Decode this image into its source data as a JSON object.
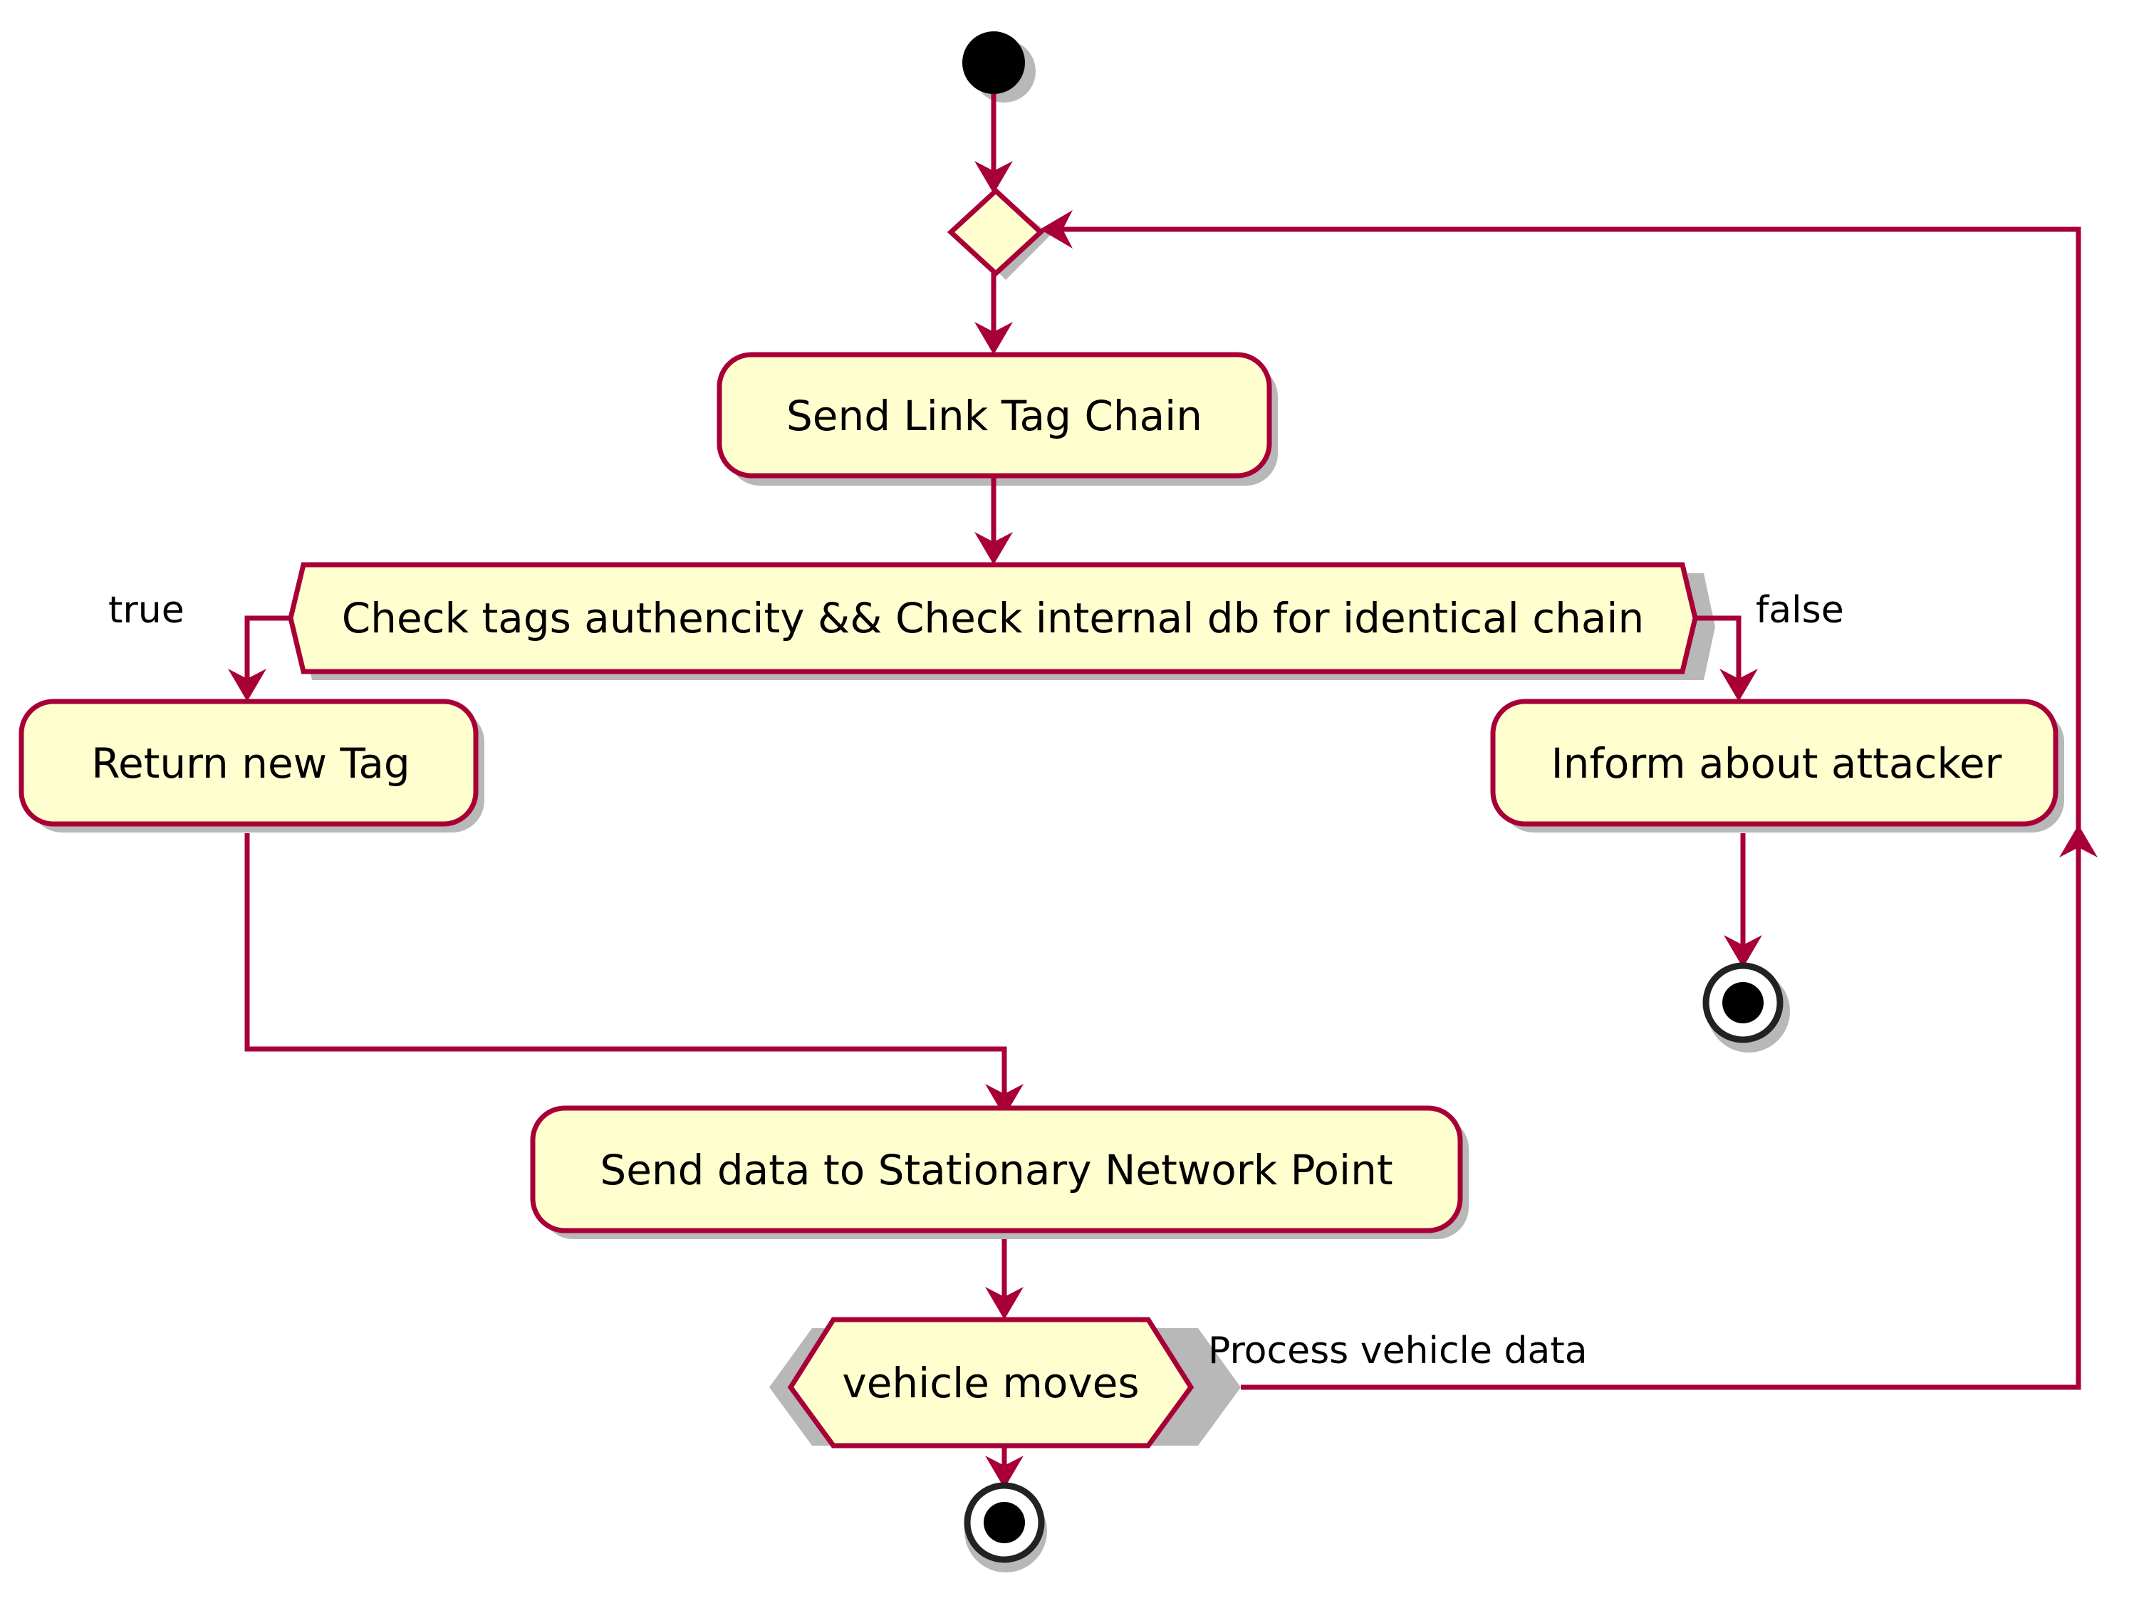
{
  "diagram": {
    "type": "uml-activity-diagram",
    "background_color": "#FFFFFF",
    "node_fill_color": "#FEFECE",
    "node_border_color": "#A80036",
    "arrow_color": "#A80036",
    "text_color": "#000000"
  },
  "nodes": {
    "start": {
      "name": "start-node",
      "shape": "filled-circle"
    },
    "merge": {
      "name": "merge-diamond",
      "shape": "diamond",
      "label": ""
    },
    "send_link_tag_chain": {
      "label": "Send Link Tag Chain",
      "shape": "rounded-rect"
    },
    "check_decision": {
      "label": "Check tags authencity && Check internal db for identical chain",
      "shape": "hexagon"
    },
    "return_new_tag": {
      "label": "Return new Tag",
      "shape": "rounded-rect"
    },
    "inform_about_attacker": {
      "label": "Inform about attacker",
      "shape": "rounded-rect"
    },
    "send_data": {
      "label": "Send data to Stationary Network Point",
      "shape": "rounded-rect"
    },
    "vehicle_moves": {
      "label": "vehicle moves",
      "shape": "hexagon"
    },
    "end_attacker": {
      "name": "end-node-attacker",
      "shape": "circle-in-ring"
    },
    "end_main": {
      "name": "end-node-main",
      "shape": "circle-in-ring"
    }
  },
  "edge_labels": {
    "branch_true": "true",
    "branch_false": "false",
    "loop_back": "Process vehicle data"
  }
}
